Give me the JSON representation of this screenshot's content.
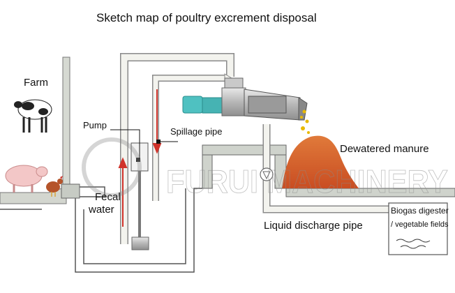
{
  "diagram": {
    "title": "Sketch map of poultry excrement disposal",
    "labels": {
      "farm": "Farm",
      "pump": "Pump",
      "spillage_pipe": "Spillage pipe",
      "dewatered_manure": "Dewatered manure",
      "fecal": "Fecal",
      "water": "water",
      "liquid_discharge_pipe": "Liquid discharge pipe",
      "biogas_digester": "Biogas digester",
      "vegetable_fields": "/ vegetable fields"
    },
    "watermark": "FURUI MACHINERY",
    "colors": {
      "pipe_fill": "#f3f3ee",
      "pipe_stroke": "#8a8a8a",
      "arrow_red": "#d0332b",
      "manure": "#d9622a",
      "motor_teal": "#4fc1c1",
      "concrete": "#cfd3cc",
      "ground_line": "#555555"
    }
  }
}
